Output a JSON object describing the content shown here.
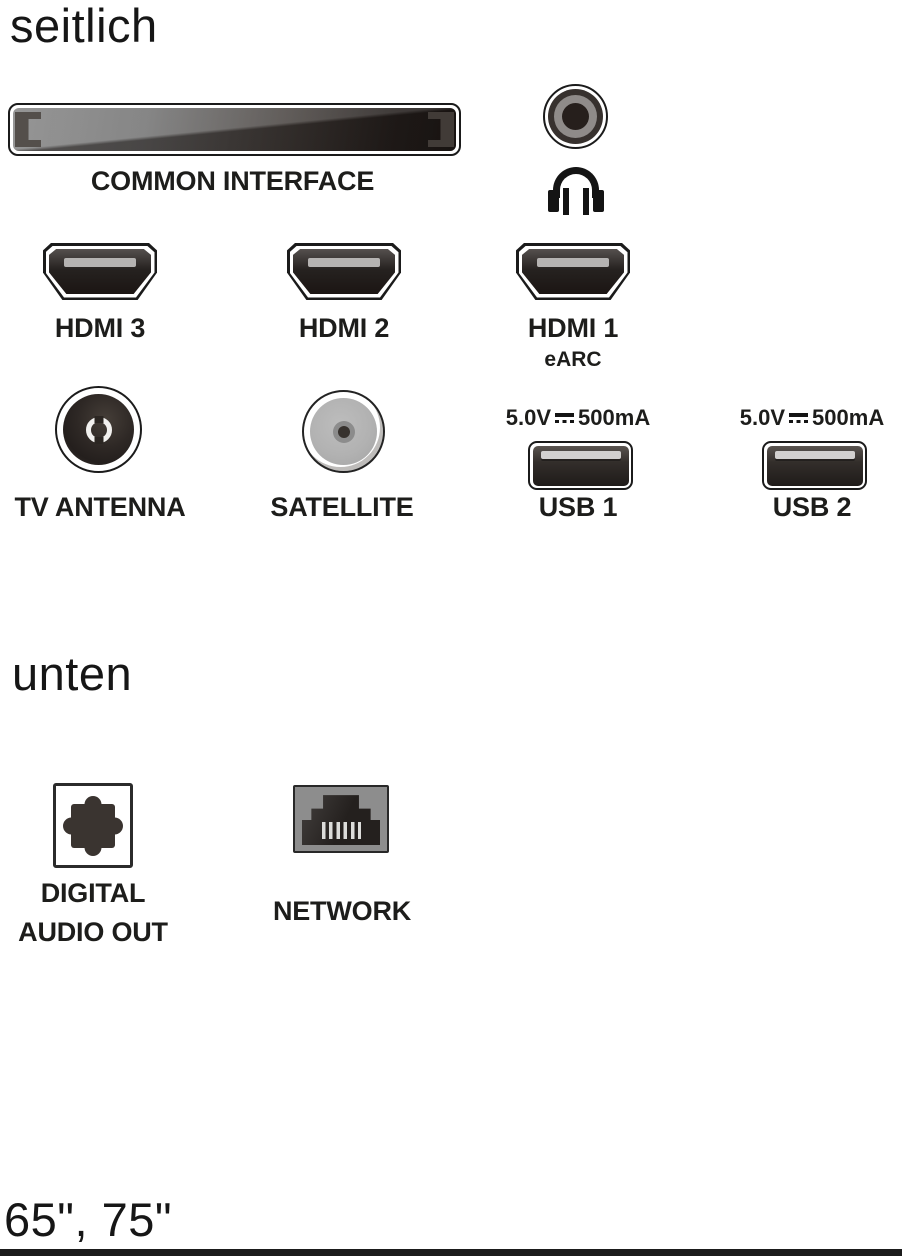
{
  "diagram": {
    "side_section_title": "seitlich",
    "bottom_section_title": "unten",
    "size_note": "65\", 75\""
  },
  "side_ports": {
    "common_interface": {
      "label": "COMMON INTERFACE"
    },
    "headphone_jack": {
      "icon": "headphones-icon"
    },
    "hdmi_3": {
      "label": "HDMI 3"
    },
    "hdmi_2": {
      "label": "HDMI 2"
    },
    "hdmi_1": {
      "label": "HDMI 1",
      "sublabel": "eARC"
    },
    "tv_antenna": {
      "label": "TV ANTENNA"
    },
    "satellite": {
      "label": "SATELLITE"
    },
    "usb_1": {
      "label": "USB 1",
      "power_volts": "5.0V",
      "power_current": "500mA"
    },
    "usb_2": {
      "label": "USB 2",
      "power_volts": "5.0V",
      "power_current": "500mA"
    }
  },
  "bottom_ports": {
    "digital_audio_out": {
      "label_line_1": "DIGITAL",
      "label_line_2": "AUDIO OUT"
    },
    "network": {
      "label": "NETWORK"
    }
  },
  "icons": {
    "headphones": "headphones-icon",
    "dc_power_symbol": "dc-symbol-icon"
  },
  "colors": {
    "background": "#ffffff",
    "text": "#1d1d1b",
    "port_dark": "#2b2522",
    "port_light_gray": "#8d8d8d",
    "slot_bar": "#c9c7c6"
  }
}
